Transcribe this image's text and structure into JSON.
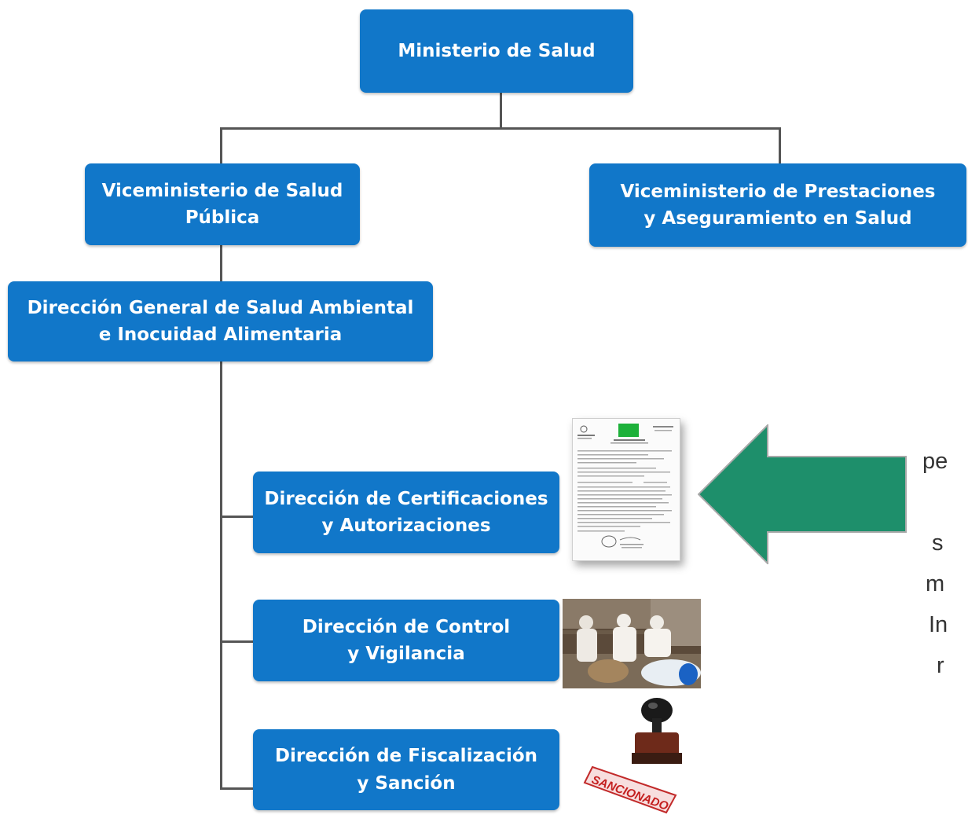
{
  "colors": {
    "node_fill": "#1177c9",
    "node_text": "#ffffff",
    "connector": "#555555",
    "arrow_fill": "#1e8f6b"
  },
  "org_chart": {
    "root": {
      "line1": "Ministerio de Salud"
    },
    "vice_public": {
      "line1": "Viceministerio de Salud",
      "line2": "Pública"
    },
    "vice_prestaciones": {
      "line1": "Viceministerio de Prestaciones",
      "line2": "y Aseguramiento en Salud"
    },
    "general": {
      "line1": "Dirección General de Salud Ambiental",
      "line2": "e Inocuidad Alimentaria"
    },
    "cert": {
      "line1": "Dirección de Certificaciones",
      "line2": "y Autorizaciones"
    },
    "control": {
      "line1": "Dirección de Control",
      "line2": "y Vigilancia"
    },
    "fisc": {
      "line1": "Dirección de Fiscalización",
      "line2": "y Sanción"
    }
  },
  "images": {
    "document": {
      "icon": "certificate-document-image"
    },
    "inspection": {
      "icon": "inspection-photo-image"
    },
    "stamp": {
      "icon": "sanction-stamp-image",
      "stamp_text": "SANCIONADO"
    }
  },
  "side_text": {
    "line1": "pe",
    "line2": "s",
    "line3": "m",
    "line4": "In",
    "line5": "r"
  }
}
